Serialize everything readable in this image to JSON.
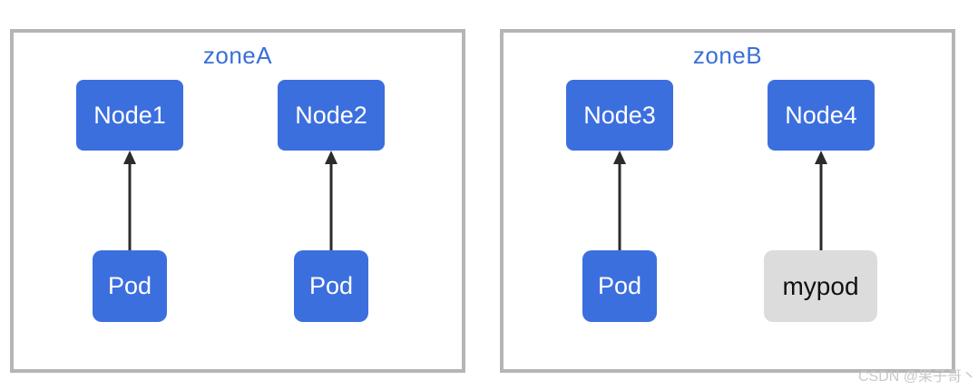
{
  "diagram": {
    "zones": [
      {
        "label": "zoneA",
        "columns": [
          {
            "node": "Node1",
            "pod": "Pod",
            "pod_variant": "blue"
          },
          {
            "node": "Node2",
            "pod": "Pod",
            "pod_variant": "blue"
          }
        ]
      },
      {
        "label": "zoneB",
        "columns": [
          {
            "node": "Node3",
            "pod": "Pod",
            "pod_variant": "blue"
          },
          {
            "node": "Node4",
            "pod": "mypod",
            "pod_variant": "gray"
          }
        ]
      }
    ],
    "arrows": "each pod points up to its node"
  },
  "watermark": {
    "text": "CSDN @果子哥丶"
  },
  "colors": {
    "node_fill": "#3c6fde",
    "pod_fill": "#3c6fde",
    "mypod_fill": "#dcdcdc",
    "zone_border": "#b5b5b5",
    "zone_label": "#3a6fd8",
    "arrow": "#2b2b2b",
    "watermark": "#c8c8c8",
    "background": "#ffffff"
  }
}
